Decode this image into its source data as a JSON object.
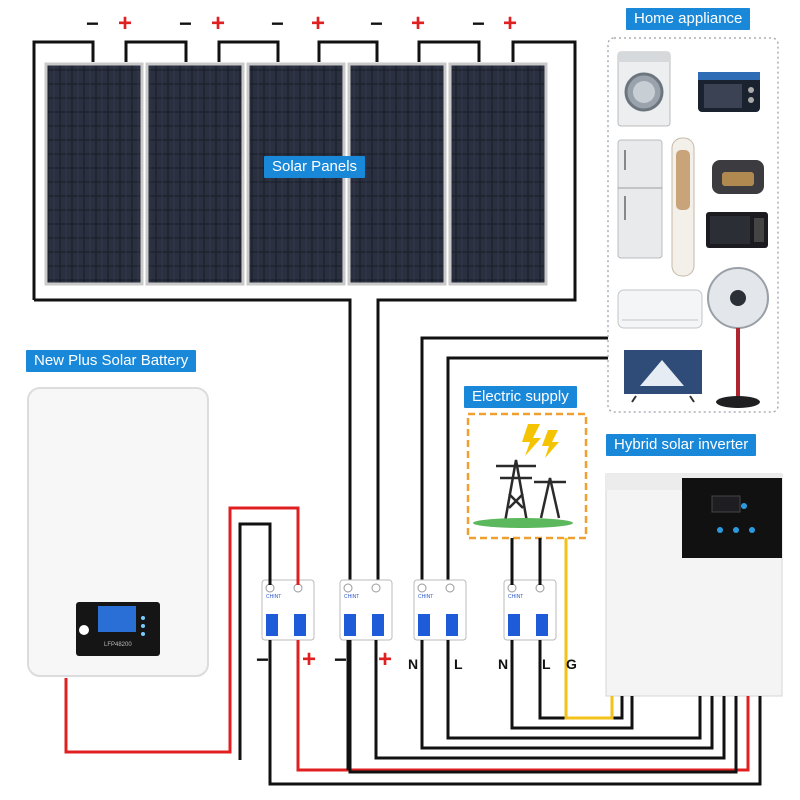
{
  "labels": {
    "solar_panels": "Solar Panels",
    "home_appliance": "Home appliance",
    "battery": "New Plus Solar Battery",
    "electric_supply": "Electric supply",
    "inverter": "Hybrid solar inverter"
  },
  "panel_terminals": {
    "negative": "−",
    "positive": "+"
  },
  "breaker_terminals": {
    "battery_neg": "−",
    "battery_pos": "+",
    "pv_neg": "−",
    "pv_pos": "+",
    "out_n": "N",
    "out_l": "L",
    "grid_n": "N",
    "grid_l": "L",
    "grid_g": "G"
  },
  "battery_model": "LFP48200",
  "breaker_brand": "CHINT",
  "colors": {
    "accent": "#1a88d8",
    "positive_wire": "#e02020",
    "negative_wire": "#111111",
    "ground_wire": "#f2c21a",
    "dashed_border": "#f0a030"
  },
  "appliances": [
    "washing-machine",
    "toaster-oven",
    "refrigerator",
    "tower-air-conditioner",
    "rice-cooker",
    "microwave",
    "split-air-conditioner",
    "standing-fan",
    "television"
  ]
}
